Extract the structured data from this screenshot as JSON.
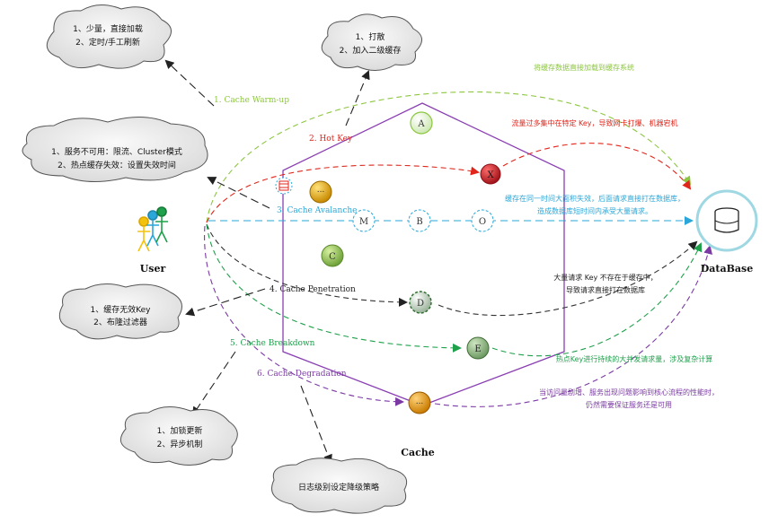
{
  "colors": {
    "warmup": "#8cc63f",
    "hotkey": "#e0261b",
    "avalanche": "#2aa7d8",
    "penetration": "#333333",
    "breakdown": "#1fa04b",
    "degradation": "#7b3aa3",
    "hexagon": "#8a3fb2",
    "callout": "#e6e6e6"
  },
  "labels": {
    "user": "User",
    "cache": "Cache",
    "database": "DataBase"
  },
  "scenarios": {
    "warmup": "1. Cache Warm-up",
    "hotkey": "2. Hot Key",
    "avalanche": "3. Cache Avalanche",
    "penetration": "4. Cache Penetration",
    "breakdown": "5. Cache Breakdown",
    "degradation": "6. Cache Degradation"
  },
  "callouts": {
    "warmup": [
      "1、少量，直接加载",
      "2、定时/手工刷新"
    ],
    "hotkey": [
      "1、打散",
      "2、加入二级缓存"
    ],
    "avalanche": [
      "1、服务不可用：限流、Cluster模式",
      "2、热点缓存失效：设置失效时间"
    ],
    "penetration": [
      "1、缓存无效Key",
      "2、布隆过滤器"
    ],
    "breakdown": [
      "1、加锁更新",
      "2、异步机制"
    ],
    "degradation": [
      "日志级别设定降级策略"
    ]
  },
  "descriptions": {
    "warmup": [
      "将缓存数据直接加载到缓存系统"
    ],
    "hotkey": [
      "流量过多集中在特定 Key，导致网卡打爆、机器宕机"
    ],
    "avalanche": [
      "缓存在同一时间大面积失效，后面请求直接打在数据库，",
      "造成数据库短时间内承受大量请求。"
    ],
    "penetration": [
      "大量请求 Key 不存在于缓存中，",
      "导致请求直接打在数据库"
    ],
    "breakdown": [
      "热点Key进行持续的大并发请求量，涉及复杂计算"
    ],
    "degradation": [
      "当访问量剧增、服务出现问题影响到核心流程的性能时，",
      "仍然需要保证服务还是可用"
    ]
  },
  "nodes": {
    "a": "A",
    "x": "X",
    "ellipsis_top": "...",
    "m": "M",
    "b": "B",
    "o": "O",
    "c": "C",
    "d": "D",
    "e": "E",
    "ellipsis_bottom": "..."
  }
}
